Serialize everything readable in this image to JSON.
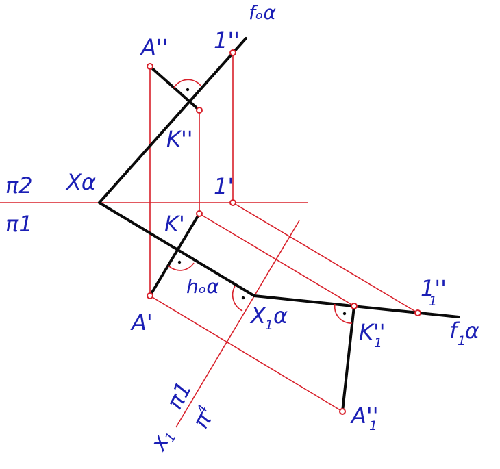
{
  "diagram": {
    "colors": {
      "construction": "#d8202a",
      "main": "#0a0a0a",
      "labels": "#1b1fb5"
    },
    "labels": {
      "f0a": "fₒα",
      "A2": "A''",
      "one2": "1''",
      "K2": "K''",
      "Xa": "Xα",
      "pi2": "π2",
      "pi1": "π1",
      "one1": "1'",
      "K1": "K'",
      "h0a": "hₒα",
      "A1": "A'",
      "X1a_main": "X",
      "X1a_sub": "1",
      "X1a_tail": "α",
      "K1pp_main": "K''",
      "K1pp_sub": "1",
      "one1pp_main": "1''",
      "one1pp_sub": "1",
      "A1pp_main": "A''",
      "A1pp_sub": "1",
      "f1a_main": "f",
      "f1a_sub": "1",
      "f1a_tail": "α",
      "x1_main": "x",
      "x1_sub": "1",
      "pi1_rot": "π1",
      "pi4_main": "π",
      "pi4_sub": "4"
    }
  }
}
